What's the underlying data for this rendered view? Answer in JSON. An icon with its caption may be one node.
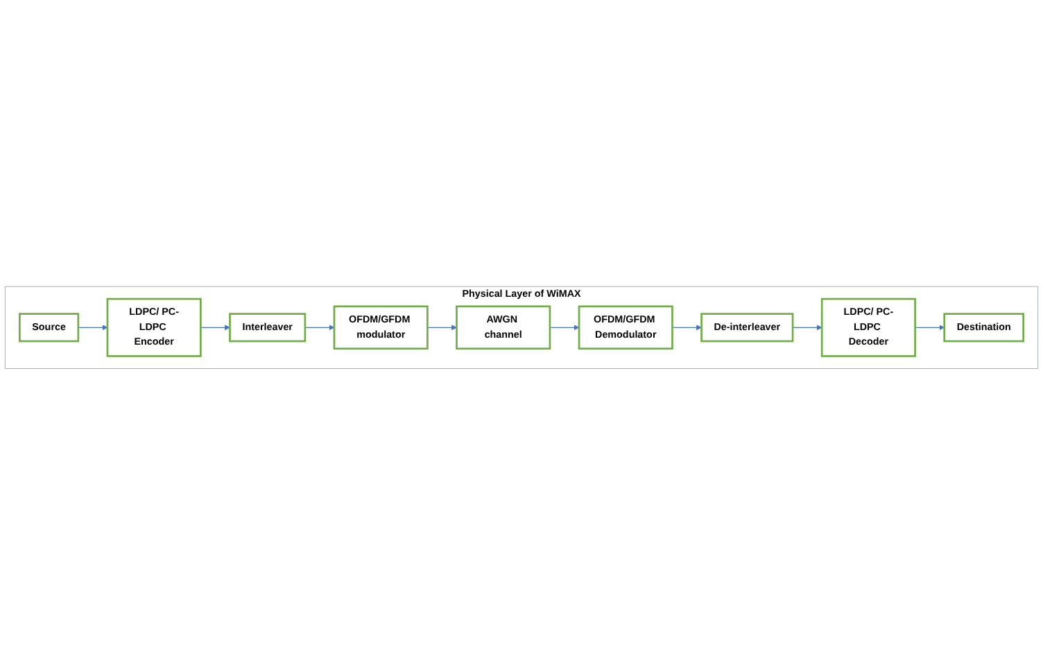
{
  "diagram": {
    "nodes": [
      {
        "text": [
          "Physical Layer of WiMAX"
        ]
      },
      {
        "text": [
          "Source"
        ],
        "in": 0
      },
      {
        "text": [
          "LDPC/ PC-LDPC Encoder"
        ],
        "in": 0
      },
      {
        "text": [
          "Interleaver"
        ],
        "in": 0
      },
      {
        "text": [
          "OFDM/GFDM modulator"
        ],
        "in": 0
      },
      {
        "text": [
          "AWGN channel"
        ],
        "in": 0
      },
      {
        "text": [
          "OFDM/GFDM Demodulator"
        ],
        "in": 0
      },
      {
        "text": [
          "De-interleaver"
        ],
        "in": 0
      },
      {
        "text": [
          "LDPC/ PC-LDPC Decoder"
        ],
        "in": 0
      },
      {
        "text": [
          "Destination"
        ],
        "in": 0
      }
    ],
    "edges": [
      {
        "from": 1,
        "to": 2,
        "arrow": "to"
      },
      {
        "from": 2,
        "to": 3,
        "arrow": "to"
      },
      {
        "from": 3,
        "to": 4,
        "arrow": "to"
      },
      {
        "from": 4,
        "to": 5,
        "arrow": "to"
      },
      {
        "from": 5,
        "to": 6,
        "arrow": "to"
      },
      {
        "from": 6,
        "to": 7,
        "arrow": "to"
      },
      {
        "from": 7,
        "to": 8,
        "arrow": "to"
      },
      {
        "from": 8,
        "to": 9,
        "arrow": "to"
      }
    ]
  }
}
